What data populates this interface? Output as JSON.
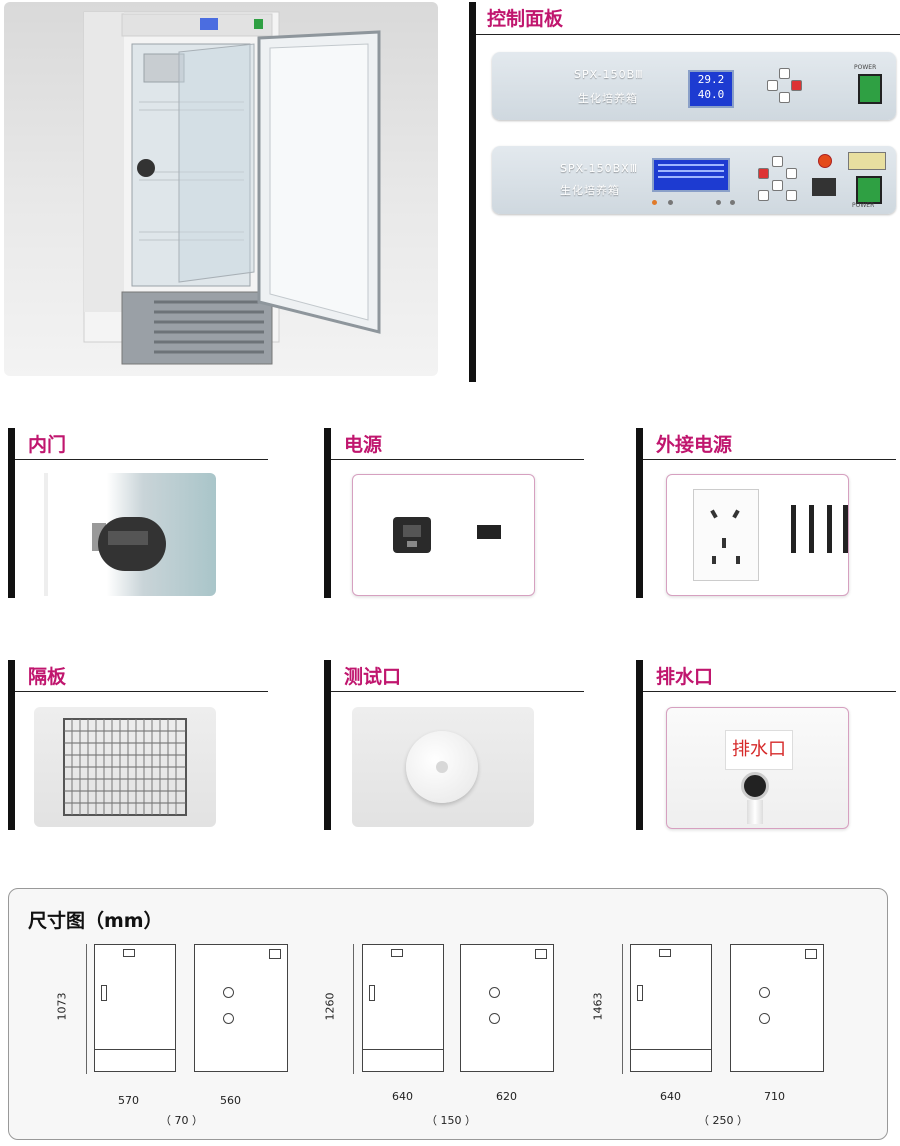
{
  "sections": {
    "control_panel": "控制面板",
    "inner_door": "内门",
    "power": "电源",
    "external_power": "外接电源",
    "shelf": "隔板",
    "test_port": "测试口",
    "drain": "排水口"
  },
  "panel1": {
    "model": "SPX-150BⅢ",
    "name": "生化培养箱",
    "temp_set": "29.2",
    "temp_actual": "40.0",
    "power_label": "POWER"
  },
  "panel2": {
    "model": "SPX-150BXⅢ",
    "name": "生化培养箱",
    "power_label": "POWER"
  },
  "drain_sign": "排水口",
  "dimensions": {
    "title": "尺寸图（mm）",
    "groups": [
      {
        "height": "1073",
        "width": "570",
        "depth": "560",
        "volume": "（ 70 ）"
      },
      {
        "height": "1260",
        "width": "640",
        "depth": "620",
        "volume": "（ 150 ）"
      },
      {
        "height": "1463",
        "width": "640",
        "depth": "710",
        "volume": "（ 250 ）"
      }
    ]
  },
  "colors": {
    "accent": "#c0166e",
    "lcd": "#1d3bd1",
    "power_green": "#2fa043"
  }
}
